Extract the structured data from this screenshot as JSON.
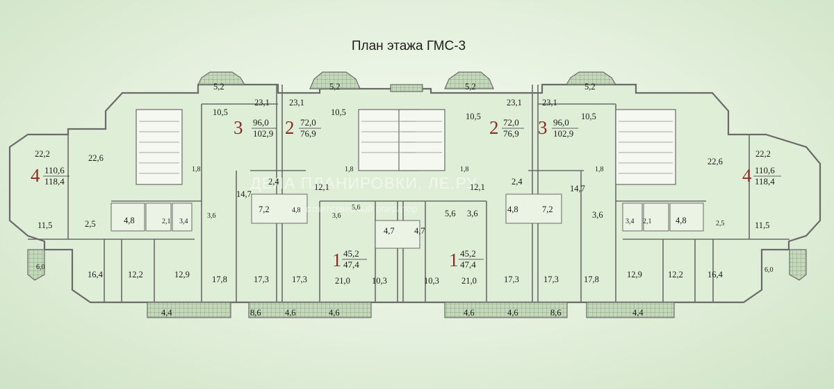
{
  "title": "План этажа ГМС-3",
  "watermark": {
    "line1": "ДЕЛА ПЛАНИРОВКИ, ЛЕ.РУ",
    "line2": "ответственный оператор"
  },
  "colors": {
    "background": "#e3f0dc",
    "floor_fill": "#dfeed7",
    "balcony_fill": "#bfd4b6",
    "wall": "#6a6a6a",
    "apartment_number": "#8a2c24"
  },
  "apartments": [
    {
      "rooms": "4",
      "living": "110,6",
      "total": "118,4"
    },
    {
      "rooms": "3",
      "living": "96,0",
      "total": "102,9"
    },
    {
      "rooms": "2",
      "living": "72,0",
      "total": "76,9"
    },
    {
      "rooms": "1",
      "living": "45,2",
      "total": "47,4"
    },
    {
      "rooms": "1",
      "living": "45,2",
      "total": "47,4"
    },
    {
      "rooms": "2",
      "living": "72,0",
      "total": "76,9"
    },
    {
      "rooms": "3",
      "living": "96,0",
      "total": "102,9"
    },
    {
      "rooms": "4",
      "living": "110,6",
      "total": "118,4"
    }
  ],
  "room_areas": [
    "5,2",
    "5,2",
    "5,2",
    "5,2",
    "23,1",
    "23,1",
    "23,1",
    "23,1",
    "10,5",
    "10,5",
    "10,5",
    "10,5",
    "22,2",
    "22,6",
    "22,6",
    "22,2",
    "1,8",
    "1,8",
    "1,8",
    "1,8",
    "2,4",
    "2,4",
    "14,7",
    "14,7",
    "12,1",
    "12,1",
    "7,2",
    "4,8",
    "5,6",
    "3,6",
    "5,6",
    "3,6",
    "4,8",
    "7,2",
    "4,8",
    "2,1",
    "3,4",
    "3,6",
    "3,6",
    "3,4",
    "2,1",
    "4,8",
    "2,5",
    "11,5",
    "2,5",
    "11,5",
    "4,7",
    "4,7",
    "6,0",
    "16,4",
    "12,2",
    "12,9",
    "17,8",
    "17,3",
    "17,3",
    "21,0",
    "10,3",
    "10,3",
    "21,0",
    "17,3",
    "17,3",
    "17,8",
    "12,9",
    "12,2",
    "16,4",
    "6,0",
    "4,4",
    "8,6",
    "4,6",
    "4,6",
    "4,6",
    "4,6",
    "8,6",
    "4,4"
  ]
}
